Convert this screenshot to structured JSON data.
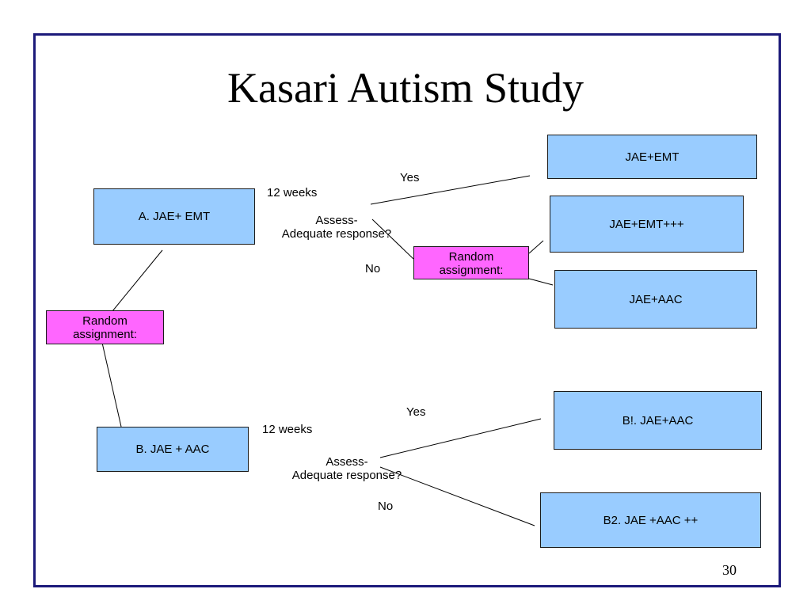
{
  "title": "Kasari Autism Study",
  "page_number": "30",
  "boxes": {
    "a": "A. JAE+ EMT",
    "b": "B. JAE + AAC",
    "jae_emt": "JAE+EMT",
    "jae_emt_plus": "JAE+EMT+++",
    "jae_aac": "JAE+AAC",
    "b1": "B!. JAE+AAC",
    "b2": "B2. JAE +AAC ++"
  },
  "random_assignment": [
    "Random",
    "assignment:"
  ],
  "top_branch": {
    "weeks": "12 weeks",
    "assess": [
      "Assess-",
      "Adequate response?"
    ],
    "yes": "Yes",
    "no": "No"
  },
  "bottom_branch": {
    "weeks": "12 weeks",
    "assess": [
      "Assess-",
      "Adequate response?"
    ],
    "yes": "Yes",
    "no": "No"
  },
  "colors": {
    "box_fill": "#99ccff",
    "random_fill": "#ff66ff",
    "frame": "#1c1a7a"
  }
}
